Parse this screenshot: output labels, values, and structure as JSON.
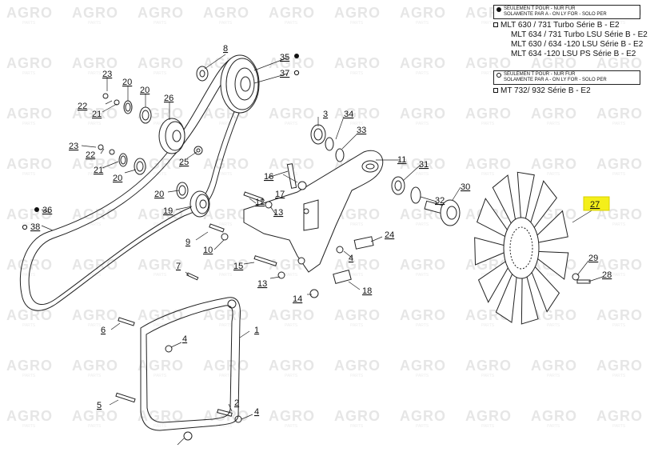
{
  "legend_filled": {
    "notice": [
      "SEULEMEN  T POUR - NUR FUR",
      "SOLAMENTE      PAR A - ON LY FOR - SOLO PER"
    ],
    "models": [
      "MLT 630 / 731 Turbo Série B - E2",
      "MLT 634 / 731 Turbo LSU Série B - E2",
      "MLT 630 / 634 -120 LSU Série B - E2",
      "MLT 634 -120 LSU PS Série B - E2"
    ]
  },
  "legend_ring": {
    "notice": [
      "SEULEMEN  T POUR - NUR FUR",
      "SOLAMENTE      PAR A - ON LY FOR - SOLO PER"
    ],
    "models": [
      "MT 732/ 932 Série B - E2"
    ]
  },
  "watermark": {
    "brand": "AGRO",
    "sub": "PARTS"
  },
  "parts": {
    "p1": "1",
    "p2": "2",
    "p3": "3",
    "p4a": "4",
    "p4b": "4",
    "p4c": "4",
    "p5": "5",
    "p6": "6",
    "p7": "7",
    "p8": "8",
    "p9": "9",
    "p10": "10",
    "p11": "11",
    "p12": "12",
    "p13a": "13",
    "p13b": "13",
    "p14": "14",
    "p15": "15",
    "p16": "16",
    "p17": "17",
    "p18": "18",
    "p19": "19",
    "p20a": "20",
    "p20b": "20",
    "p20c": "20",
    "p20d": "20",
    "p21a": "21",
    "p21b": "21",
    "p22a": "22",
    "p22b": "22",
    "p23a": "23",
    "p23b": "23",
    "p24": "24",
    "p25": "25",
    "p26": "26",
    "p27": "27",
    "p28": "28",
    "p29": "29",
    "p30": "30",
    "p31": "31",
    "p32": "32",
    "p33": "33",
    "p34": "34",
    "p35": "35",
    "p36": "36",
    "p37": "37",
    "p38": "38"
  },
  "colors": {
    "highlight": "#f4ef1a",
    "line": "#222222",
    "watermark": "#e6e6e6"
  }
}
